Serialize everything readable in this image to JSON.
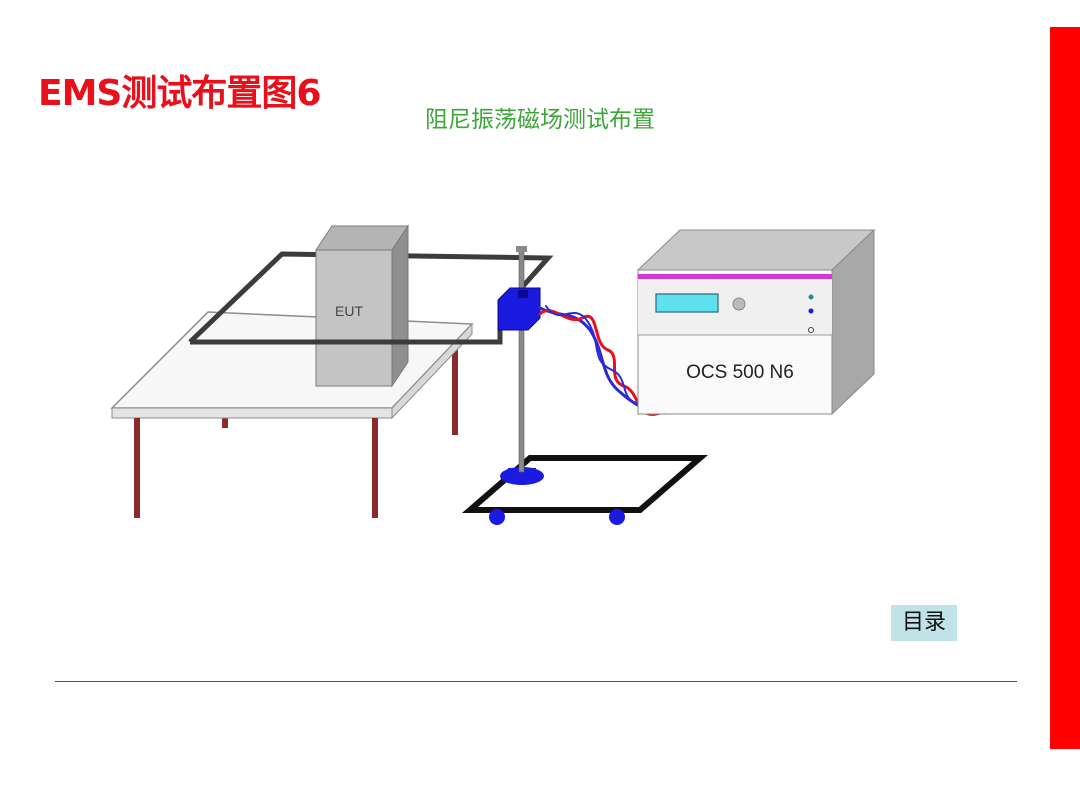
{
  "slide": {
    "title": "EMS测试布置图6",
    "subtitle": "阻尼振荡磁场测试布置",
    "toc_button": "目录"
  },
  "diagram": {
    "eut_label": "EUT",
    "generator_label": "OCS 500 N6"
  },
  "colors": {
    "title": "#e8101a",
    "subtitle": "#3ea53a",
    "side_bar": "#ff0000",
    "toc_background": "#bfe3e6",
    "cable_red": "#e8101a",
    "cable_blue": "#2a2ad8",
    "clamp_blue": "#1a1ae0",
    "generator_stripe": "#d23bd2",
    "generator_display": "#5ee0ee"
  }
}
